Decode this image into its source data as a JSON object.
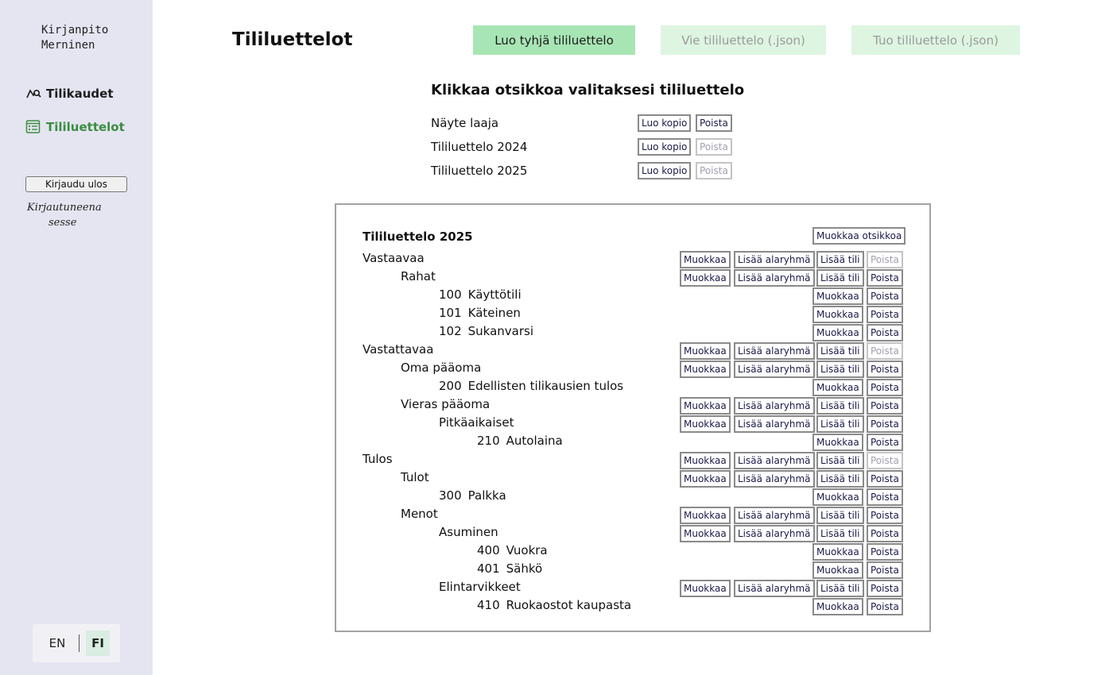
{
  "app": {
    "brand_line1": "Kirjanpito",
    "brand_line2": "Merninen"
  },
  "sidebar": {
    "nav": [
      {
        "label": "Tilikaudet",
        "icon": "chart-search-icon"
      },
      {
        "label": "Tililuettelot",
        "icon": "list-icon"
      }
    ],
    "logout_label": "Kirjaudu ulos",
    "logged_in_label": "Kirjautuneena",
    "username": "sesse",
    "languages": [
      "EN",
      "FI"
    ],
    "active_language": "FI"
  },
  "header": {
    "title": "Tililuettelot",
    "create_empty": "Luo tyhjä tililuettelo",
    "export_json": "Vie tililuettelo (.json)",
    "import_json": "Tuo tililuettelo (.json)"
  },
  "picker": {
    "heading": "Klikkaa otsikkoa valitaksesi tililuettelo",
    "copy_label": "Luo kopio",
    "delete_label": "Poista",
    "lists": [
      {
        "name": "Näyte laaja",
        "delete_enabled": true
      },
      {
        "name": "Tililuettelo 2024",
        "delete_enabled": false
      },
      {
        "name": "Tililuettelo 2025",
        "delete_enabled": false
      }
    ]
  },
  "selected_list": {
    "title": "Tililuettelo 2025",
    "edit_title_label": "Muokkaa otsikkoa",
    "labels": {
      "edit": "Muokkaa",
      "add_subgroup": "Lisää alaryhmä",
      "add_account": "Lisää tili",
      "delete": "Poista"
    },
    "rows": [
      {
        "type": "group",
        "level": 0,
        "name": "Vastaavaa",
        "delete_enabled": false
      },
      {
        "type": "group",
        "level": 1,
        "name": "Rahat",
        "delete_enabled": true
      },
      {
        "type": "account",
        "level": 2,
        "number": "100",
        "name": "Käyttötili",
        "delete_enabled": true
      },
      {
        "type": "account",
        "level": 2,
        "number": "101",
        "name": "Käteinen",
        "delete_enabled": true
      },
      {
        "type": "account",
        "level": 2,
        "number": "102",
        "name": "Sukanvarsi",
        "delete_enabled": true
      },
      {
        "type": "group",
        "level": 0,
        "name": "Vastattavaa",
        "delete_enabled": false
      },
      {
        "type": "group",
        "level": 1,
        "name": "Oma pääoma",
        "delete_enabled": true
      },
      {
        "type": "account",
        "level": 2,
        "number": "200",
        "name": "Edellisten tilikausien tulos",
        "delete_enabled": true
      },
      {
        "type": "group",
        "level": 1,
        "name": "Vieras pääoma",
        "delete_enabled": true
      },
      {
        "type": "group",
        "level": 2,
        "name": "Pitkäaikaiset",
        "delete_enabled": true
      },
      {
        "type": "account",
        "level": 3,
        "number": "210",
        "name": "Autolaina",
        "delete_enabled": true
      },
      {
        "type": "group",
        "level": 0,
        "name": "Tulos",
        "delete_enabled": false
      },
      {
        "type": "group",
        "level": 1,
        "name": "Tulot",
        "delete_enabled": true
      },
      {
        "type": "account",
        "level": 2,
        "number": "300",
        "name": "Palkka",
        "delete_enabled": true
      },
      {
        "type": "group",
        "level": 1,
        "name": "Menot",
        "delete_enabled": true
      },
      {
        "type": "group",
        "level": 2,
        "name": "Asuminen",
        "delete_enabled": true
      },
      {
        "type": "account",
        "level": 3,
        "number": "400",
        "name": "Vuokra",
        "delete_enabled": true
      },
      {
        "type": "account",
        "level": 3,
        "number": "401",
        "name": "Sähkö",
        "delete_enabled": true
      },
      {
        "type": "group",
        "level": 2,
        "name": "Elintarvikkeet",
        "delete_enabled": true
      },
      {
        "type": "account",
        "level": 3,
        "number": "410",
        "name": "Ruokaostot kaupasta",
        "delete_enabled": true
      }
    ]
  }
}
